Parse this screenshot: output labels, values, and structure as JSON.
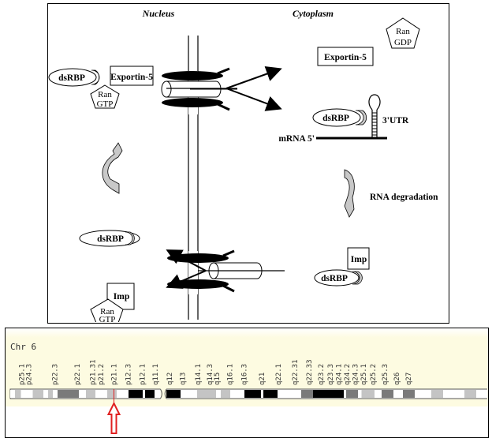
{
  "diagram": {
    "compartments": {
      "nucleus": "Nucleus",
      "cytoplasm": "Cytoplasm"
    },
    "nucleus_complex": {
      "dsrbp": "dsRBP",
      "exportin": "Exportin-5",
      "ran_line1": "Ran",
      "ran_line2": "GTP"
    },
    "cytoplasm_ran": {
      "line1": "Ran",
      "line2": "GDP"
    },
    "cytoplasm_exportin": "Exportin-5",
    "mrna_complex": {
      "dsrbp": "dsRBP",
      "utr": "3'UTR",
      "mrna": "mRNA 5'"
    },
    "rna_degradation": "RNA degradation",
    "free_dsrbp": "dsRBP",
    "import_complex_cyto": {
      "imp": "Imp",
      "dsrbp": "dsRBP"
    },
    "import_complex_nuc": {
      "imp": "Imp",
      "ran_line1": "Ran",
      "ran_line2": "GTP"
    },
    "colors": {
      "shade": "#c8c8c8",
      "line": "#000000"
    }
  },
  "chromosome": {
    "title": "Chr 6",
    "marker_band": "p21.1",
    "marker_color": "#e02020",
    "background": "#fdfbe1",
    "band_labels": [
      "p25.1",
      "p24.3",
      "p22.3",
      "p22.1",
      "p21.31",
      "p21.2",
      "p21.1",
      "p12.3",
      "p12.1",
      "q11.1",
      "q12",
      "q13",
      "q14.1",
      "q14.3",
      "q15",
      "q16.1",
      "q16.3",
      "q21",
      "q22.1",
      "q22.31",
      "q22.33",
      "q23.2",
      "q23.3",
      "q24.1",
      "q24.2",
      "q24.3",
      "q25.1",
      "q25.2",
      "q25.3",
      "q26",
      "q27"
    ],
    "bands": [
      {
        "from": 0,
        "to": 4,
        "shade": "white"
      },
      {
        "from": 4,
        "to": 9,
        "shade": "lightgray"
      },
      {
        "from": 9,
        "to": 19,
        "shade": "white"
      },
      {
        "from": 19,
        "to": 28,
        "shade": "lightgray"
      },
      {
        "from": 28,
        "to": 32,
        "shade": "white"
      },
      {
        "from": 32,
        "to": 36,
        "shade": "lightgray"
      },
      {
        "from": 36,
        "to": 40,
        "shade": "white"
      },
      {
        "from": 40,
        "to": 58,
        "shade": "darkgray"
      },
      {
        "from": 58,
        "to": 64,
        "shade": "white"
      },
      {
        "from": 64,
        "to": 72,
        "shade": "lightgray"
      },
      {
        "from": 72,
        "to": 74,
        "shade": "white"
      },
      {
        "from": 74,
        "to": 82,
        "shade": "white"
      },
      {
        "from": 82,
        "to": 90,
        "shade": "lightgray"
      },
      {
        "from": 90,
        "to": 100,
        "shade": "white"
      },
      {
        "from": 100,
        "to": 112,
        "shade": "black"
      },
      {
        "from": 112,
        "to": 114,
        "shade": "white"
      },
      {
        "from": 114,
        "to": 122,
        "shade": "black"
      },
      {
        "from": 122,
        "to": 127,
        "shade": "white"
      },
      {
        "from": 132,
        "to": 144,
        "shade": "black"
      },
      {
        "from": 144,
        "to": 158,
        "shade": "white"
      },
      {
        "from": 158,
        "to": 174,
        "shade": "lightgray"
      },
      {
        "from": 174,
        "to": 178,
        "shade": "white"
      },
      {
        "from": 178,
        "to": 186,
        "shade": "lightgray"
      },
      {
        "from": 186,
        "to": 198,
        "shade": "white"
      },
      {
        "from": 198,
        "to": 212,
        "shade": "black"
      },
      {
        "from": 212,
        "to": 214,
        "shade": "white"
      },
      {
        "from": 214,
        "to": 226,
        "shade": "black"
      },
      {
        "from": 226,
        "to": 246,
        "shade": "white"
      },
      {
        "from": 246,
        "to": 256,
        "shade": "darkgray"
      },
      {
        "from": 256,
        "to": 282,
        "shade": "black"
      },
      {
        "from": 282,
        "to": 284,
        "shade": "white"
      },
      {
        "from": 284,
        "to": 294,
        "shade": "darkgray"
      },
      {
        "from": 294,
        "to": 297,
        "shade": "white"
      },
      {
        "from": 297,
        "to": 308,
        "shade": "lightgray"
      },
      {
        "from": 308,
        "to": 314,
        "shade": "white"
      },
      {
        "from": 314,
        "to": 324,
        "shade": "darkgray"
      },
      {
        "from": 324,
        "to": 332,
        "shade": "white"
      },
      {
        "from": 332,
        "to": 342,
        "shade": "darkgray"
      },
      {
        "from": 342,
        "to": 356,
        "shade": "white"
      },
      {
        "from": 356,
        "to": 366,
        "shade": "lightgray"
      },
      {
        "from": 366,
        "to": 384,
        "shade": "white"
      },
      {
        "from": 384,
        "to": 394,
        "shade": "lightgray"
      },
      {
        "from": 394,
        "to": 406,
        "shade": "white"
      }
    ]
  }
}
